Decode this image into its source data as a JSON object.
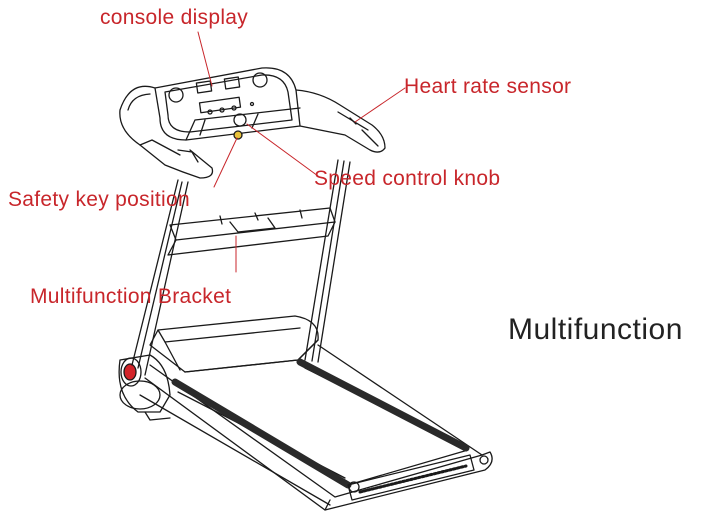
{
  "labels": {
    "console_display": "console  display",
    "heart_rate_sensor": "Heart rate sensor",
    "speed_control_knob": "Speed control knob",
    "safety_key_position": "Safety key position",
    "multifunction_bracket": "Multifunction Bracket"
  },
  "product_name": "Multifunction",
  "colors": {
    "label": "#c8262b",
    "leader": "#c8262b",
    "outline": "#1a1a1a",
    "product_text": "#222222",
    "safety_key": "#e8c23a",
    "motor_cap": "#d3242a"
  }
}
